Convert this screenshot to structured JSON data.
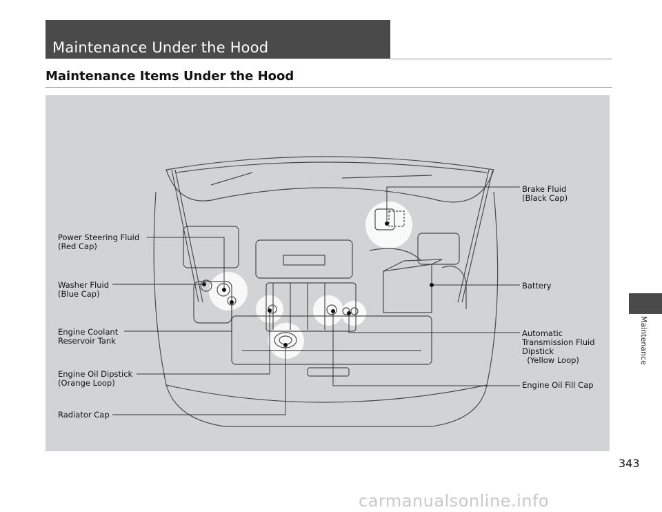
{
  "header": {
    "chapter_title": "Maintenance Under the Hood",
    "section_title": "Maintenance Items Under the Hood"
  },
  "figure": {
    "labels": {
      "power_steering": "Power Steering Fluid\n(Red Cap)",
      "washer_fluid": "Washer Fluid\n(Blue Cap)",
      "engine_coolant": "Engine Coolant\nReservoir Tank",
      "engine_oil_dipstick": "Engine Oil Dipstick\n(Orange Loop)",
      "radiator_cap": "Radiator Cap",
      "brake_fluid": "Brake Fluid\n(Black Cap)",
      "battery": "Battery",
      "atf_dipstick": "Automatic\nTransmission Fluid\nDipstick\n  (Yellow Loop)",
      "engine_oil_fill_cap": "Engine Oil Fill Cap"
    }
  },
  "side_tab": {
    "label": "Maintenance"
  },
  "page_number": "343",
  "watermark": "carmanualsonline.info"
}
